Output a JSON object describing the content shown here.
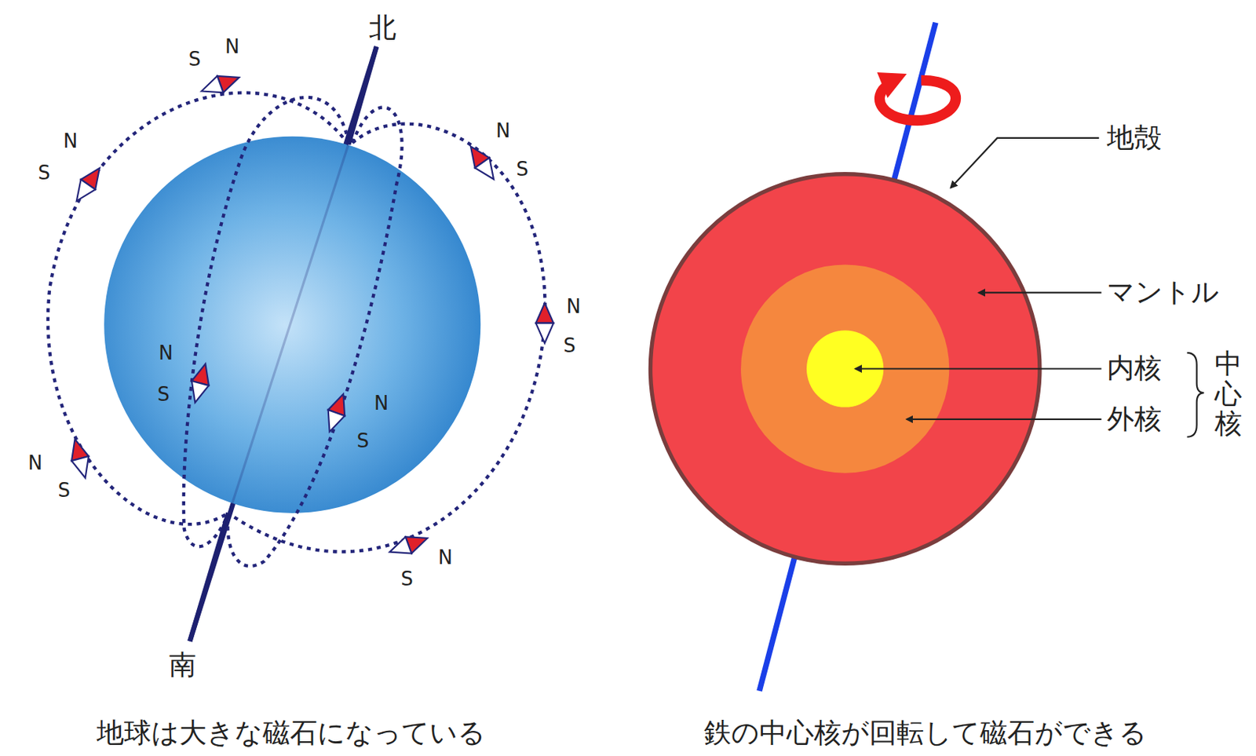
{
  "diagram": {
    "labels": [
      "北",
      "南",
      "S",
      "N",
      "S",
      "N",
      "N",
      "S",
      "N",
      "S",
      "N",
      "S",
      "N",
      "S",
      "N",
      "S",
      "S",
      "N",
      "地殻",
      "マントル",
      "内核",
      "外核",
      "中心核",
      "地球は大きな磁石になっている",
      "鉄の中心核が回転して磁石ができる"
    ]
  }
}
